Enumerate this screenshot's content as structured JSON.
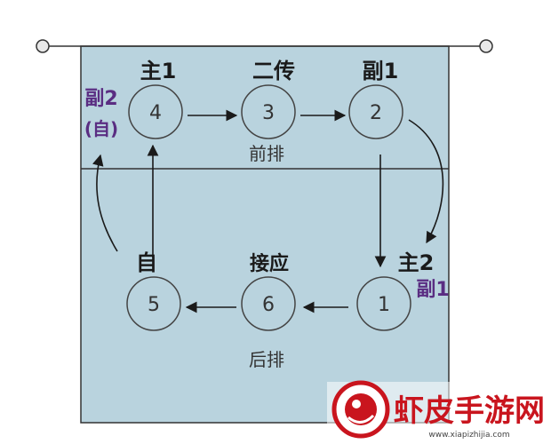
{
  "colors": {
    "court_fill": "#b9d3de",
    "court_stroke": "#333333",
    "circle_stroke": "#444444",
    "annotation_dark": "#1a1a1a",
    "annotation_purple": "#5a2d82",
    "brand_red": "#c9151e"
  },
  "positions": [
    {
      "number": "4",
      "role": "主1"
    },
    {
      "number": "3",
      "role": "二传"
    },
    {
      "number": "2",
      "role": "副1"
    },
    {
      "number": "5",
      "role": "自"
    },
    {
      "number": "6",
      "role": "接应"
    },
    {
      "number": "1",
      "role": "主2"
    }
  ],
  "side_notes": {
    "left_top": "副2",
    "left_bottom": "(自)",
    "right": "副1"
  },
  "row_labels": {
    "front": "前排",
    "back": "后排"
  },
  "watermark": {
    "logo_icon": "shrimp-logo-icon",
    "brand": "虾皮手游网",
    "url": "www.xiapizhijia.com"
  }
}
